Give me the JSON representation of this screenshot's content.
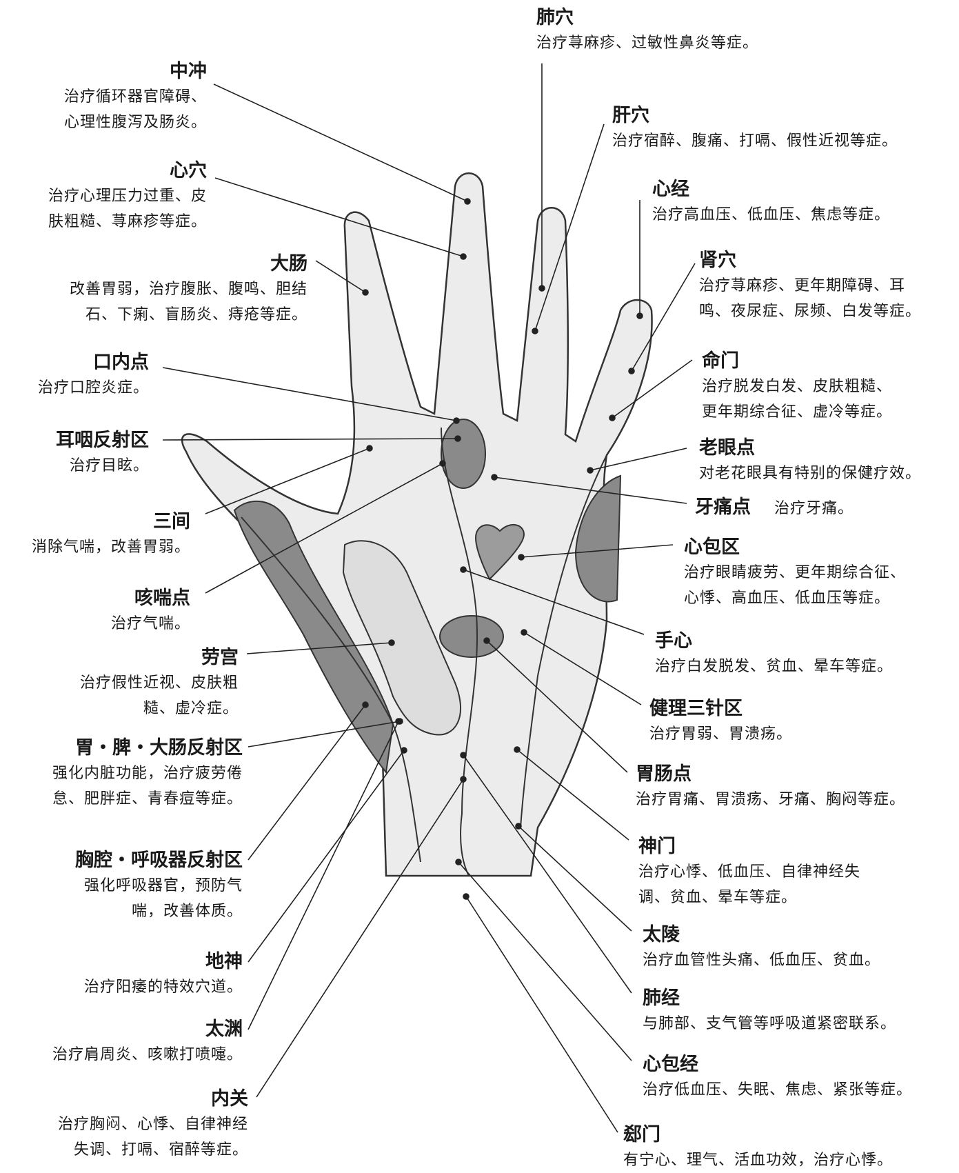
{
  "points": [
    {
      "name": "中冲",
      "desc": [
        "治疗循环器官障碍、",
        "心理性腹泻及肠炎。"
      ]
    },
    {
      "name": "心穴",
      "desc": [
        "治疗心理压力过重、皮",
        "肤粗糙、荨麻疹等症。"
      ]
    },
    {
      "name": "大肠",
      "desc": [
        "改善胃弱，治疗腹胀、腹鸣、胆结",
        "石、下痢、盲肠炎、痔疮等症。"
      ]
    },
    {
      "name": "口内点",
      "desc": [
        "治疗口腔炎症。"
      ]
    },
    {
      "name": "耳咽反射区",
      "desc": [
        "治疗目眩。"
      ]
    },
    {
      "name": "三间",
      "desc": [
        "消除气喘，改善胃弱。"
      ]
    },
    {
      "name": "咳喘点",
      "desc": [
        "治疗气喘。"
      ]
    },
    {
      "name": "劳宫",
      "desc": [
        "治疗假性近视、皮肤粗",
        "糙、虚冷症。"
      ]
    },
    {
      "name": "胃・脾・大肠反射区",
      "desc": [
        "强化内脏功能，治疗疲劳倦",
        "怠、肥胖症、青春痘等症。"
      ]
    },
    {
      "name": "胸腔・呼吸器反射区",
      "desc": [
        "强化呼吸器官，预防气",
        "喘，改善体质。"
      ]
    },
    {
      "name": "地神",
      "desc": [
        "治疗阳痿的特效穴道。"
      ]
    },
    {
      "name": "太渊",
      "desc": [
        "治疗肩周炎、咳嗽打喷嚏。"
      ]
    },
    {
      "name": "内关",
      "desc": [
        "治疗胸闷、心悸、自律神经",
        "失调、打嗝、宿醉等症。"
      ]
    },
    {
      "name": "肺穴",
      "desc": [
        "治疗荨麻疹、过敏性鼻炎等症。"
      ]
    },
    {
      "name": "肝穴",
      "desc": [
        "治疗宿醉、腹痛、打嗝、假性近视等症。"
      ]
    },
    {
      "name": "心经",
      "desc": [
        "治疗高血压、低血压、焦虑等症。"
      ]
    },
    {
      "name": "肾穴",
      "desc": [
        "治疗荨麻疹、更年期障碍、耳",
        "鸣、夜尿症、尿频、白发等症。"
      ]
    },
    {
      "name": "命门",
      "desc": [
        "治疗脱发白发、皮肤粗糙、",
        "更年期综合征、虚冷等症。"
      ]
    },
    {
      "name": "老眼点",
      "desc": [
        "对老花眼具有特别的保健疗效。"
      ]
    },
    {
      "name": "牙痛点",
      "desc": [
        "治疗牙痛。"
      ]
    },
    {
      "name": "心包区",
      "desc": [
        "治疗眼睛疲劳、更年期综合征、",
        "心悸、高血压、低血压等症。"
      ]
    },
    {
      "name": "手心",
      "desc": [
        "治疗白发脱发、贫血、晕车等症。"
      ]
    },
    {
      "name": "健理三针区",
      "desc": [
        "治疗胃弱、胃溃疡。"
      ]
    },
    {
      "name": "胃肠点",
      "desc": [
        "治疗胃痛、胃溃疡、牙痛、胸闷等症。"
      ]
    },
    {
      "name": "神门",
      "desc": [
        "治疗心悸、低血压、自律神经失",
        "调、贫血、晕车等症。"
      ]
    },
    {
      "name": "太陵",
      "desc": [
        "治疗血管性头痛、低血压、贫血。"
      ]
    },
    {
      "name": "肺经",
      "desc": [
        "与肺部、支气管等呼吸道紧密联系。"
      ]
    },
    {
      "name": "心包经",
      "desc": [
        "治疗低血压、失眠、焦虑、紧张等症。"
      ]
    },
    {
      "name": "郄门",
      "desc": [
        "有宁心、理气、活血功效，治疗心悸。"
      ]
    }
  ],
  "colors": {
    "skin": "#ececec",
    "outline": "#333333",
    "dark_zone": "#8a8a8a",
    "mid_zone": "#9c9c9c",
    "light_zone": "#dddddd",
    "leader": "#222222"
  }
}
